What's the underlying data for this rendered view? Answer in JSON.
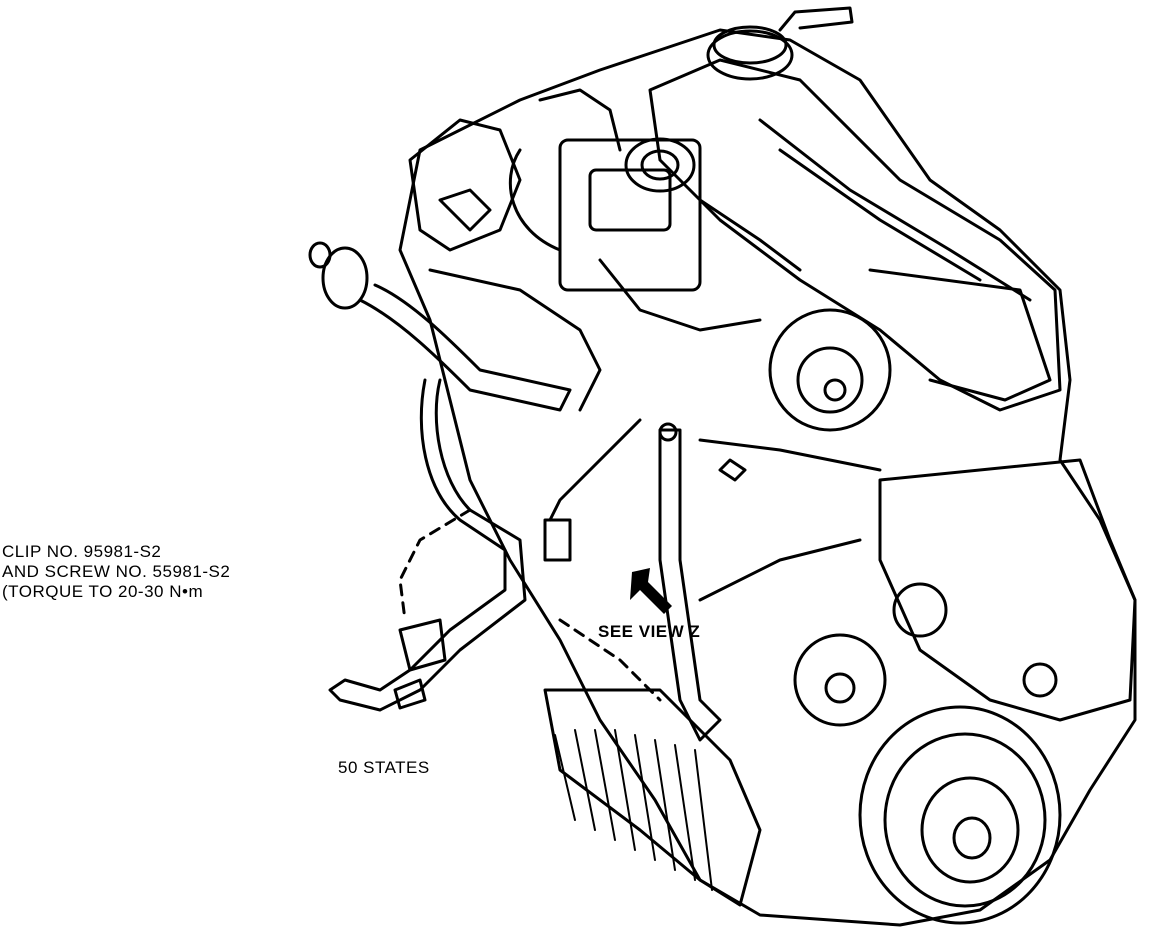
{
  "labels": {
    "clip_line1": "CLIP NO. 95981-S2",
    "clip_line2": "AND SCREW NO. 55981-S2",
    "clip_line3": "(TORQUE TO 20-30 N•m",
    "see_view": "SEE VIEW Z",
    "states": "50 STATES"
  },
  "colors": {
    "line": "#000000",
    "background": "#ffffff"
  }
}
